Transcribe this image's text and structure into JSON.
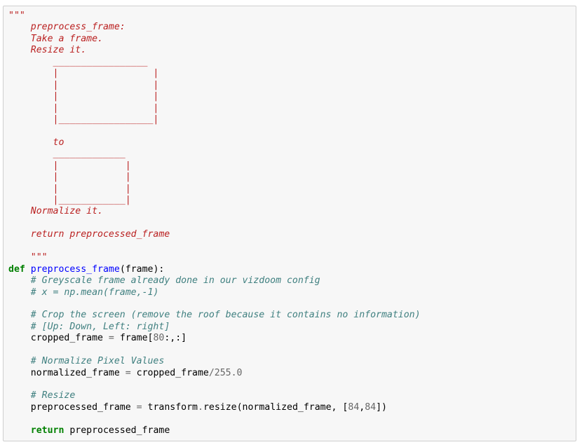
{
  "cell": {
    "lines": [
      [
        {
          "t": "doc",
          "v": "\"\"\""
        }
      ],
      [
        {
          "t": "doc",
          "v": "    preprocess_frame:"
        }
      ],
      [
        {
          "t": "doc",
          "v": "    Take a frame."
        }
      ],
      [
        {
          "t": "doc",
          "v": "    Resize it."
        }
      ],
      [
        {
          "t": "doc",
          "v": "        _________________"
        }
      ],
      [
        {
          "t": "doc",
          "v": "        |                 |"
        }
      ],
      [
        {
          "t": "doc",
          "v": "        |                 |"
        }
      ],
      [
        {
          "t": "doc",
          "v": "        |                 |"
        }
      ],
      [
        {
          "t": "doc",
          "v": "        |                 |"
        }
      ],
      [
        {
          "t": "doc",
          "v": "        |_________________|"
        }
      ],
      [
        {
          "t": "doc",
          "v": ""
        }
      ],
      [
        {
          "t": "doc",
          "v": "        to"
        }
      ],
      [
        {
          "t": "doc",
          "v": "        _____________"
        }
      ],
      [
        {
          "t": "doc",
          "v": "        |            |"
        }
      ],
      [
        {
          "t": "doc",
          "v": "        |            |"
        }
      ],
      [
        {
          "t": "doc",
          "v": "        |            |"
        }
      ],
      [
        {
          "t": "doc",
          "v": "        |____________|"
        }
      ],
      [
        {
          "t": "doc",
          "v": "    Normalize it."
        }
      ],
      [
        {
          "t": "doc",
          "v": ""
        }
      ],
      [
        {
          "t": "doc",
          "v": "    return preprocessed_frame"
        }
      ],
      [
        {
          "t": "doc",
          "v": ""
        }
      ],
      [
        {
          "t": "doc",
          "v": "    \"\"\""
        }
      ],
      [
        {
          "t": "kw",
          "v": "def"
        },
        {
          "t": "pl",
          "v": " "
        },
        {
          "t": "fn",
          "v": "preprocess_frame"
        },
        {
          "t": "pl",
          "v": "(frame):"
        }
      ],
      [
        {
          "t": "pl",
          "v": "    "
        },
        {
          "t": "cmt",
          "v": "# Greyscale frame already done in our vizdoom config"
        }
      ],
      [
        {
          "t": "pl",
          "v": "    "
        },
        {
          "t": "cmt",
          "v": "# x = np.mean(frame,-1)"
        }
      ],
      [
        {
          "t": "pl",
          "v": ""
        }
      ],
      [
        {
          "t": "pl",
          "v": "    "
        },
        {
          "t": "cmt",
          "v": "# Crop the screen (remove the roof because it contains no information)"
        }
      ],
      [
        {
          "t": "pl",
          "v": "    "
        },
        {
          "t": "cmt",
          "v": "# [Up: Down, Left: right]"
        }
      ],
      [
        {
          "t": "pl",
          "v": "    cropped_frame "
        },
        {
          "t": "op",
          "v": "="
        },
        {
          "t": "pl",
          "v": " frame["
        },
        {
          "t": "num",
          "v": "80"
        },
        {
          "t": "pl",
          "v": ":,:]"
        }
      ],
      [
        {
          "t": "pl",
          "v": ""
        }
      ],
      [
        {
          "t": "pl",
          "v": "    "
        },
        {
          "t": "cmt",
          "v": "# Normalize Pixel Values"
        }
      ],
      [
        {
          "t": "pl",
          "v": "    normalized_frame "
        },
        {
          "t": "op",
          "v": "="
        },
        {
          "t": "pl",
          "v": " cropped_frame"
        },
        {
          "t": "op",
          "v": "/"
        },
        {
          "t": "num",
          "v": "255.0"
        }
      ],
      [
        {
          "t": "pl",
          "v": ""
        }
      ],
      [
        {
          "t": "pl",
          "v": "    "
        },
        {
          "t": "cmt",
          "v": "# Resize"
        }
      ],
      [
        {
          "t": "pl",
          "v": "    preprocessed_frame "
        },
        {
          "t": "op",
          "v": "="
        },
        {
          "t": "pl",
          "v": " transform"
        },
        {
          "t": "op",
          "v": "."
        },
        {
          "t": "pl",
          "v": "resize(normalized_frame, ["
        },
        {
          "t": "num",
          "v": "84"
        },
        {
          "t": "pl",
          "v": ","
        },
        {
          "t": "num",
          "v": "84"
        },
        {
          "t": "pl",
          "v": "])"
        }
      ],
      [
        {
          "t": "pl",
          "v": ""
        }
      ],
      [
        {
          "t": "pl",
          "v": "    "
        },
        {
          "t": "kw",
          "v": "return"
        },
        {
          "t": "pl",
          "v": " preprocessed_frame"
        }
      ]
    ]
  }
}
